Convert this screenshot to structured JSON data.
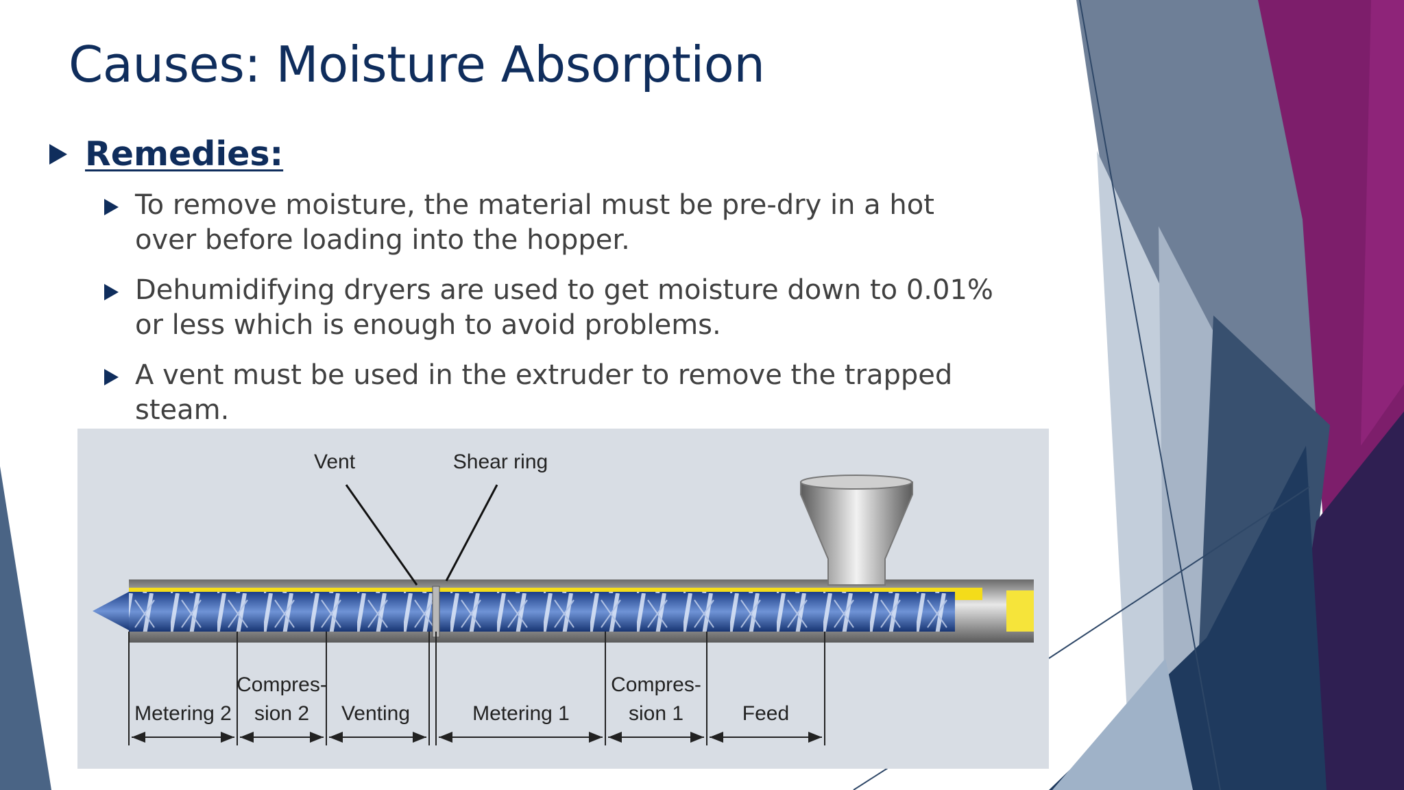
{
  "slide": {
    "title": "Causes: Moisture Absorption",
    "heading": "Remedies:",
    "bullets": [
      "To remove moisture, the material must be pre-dry in a hot over before loading into the hopper.",
      "Dehumidifying dryers are used to get moisture down to 0.01% or less which is enough to avoid problems.",
      "A vent must be used in the extruder to remove the trapped steam."
    ]
  },
  "diagram": {
    "callouts": {
      "vent": "Vent",
      "shear_ring": "Shear ring"
    },
    "zones": {
      "metering2": "Metering 2",
      "compression2_line1": "Compres-",
      "compression2_line2": "sion 2",
      "venting": "Venting",
      "metering1": "Metering 1",
      "compression1_line1": "Compres-",
      "compression1_line2": "sion 1",
      "feed": "Feed"
    }
  },
  "colors": {
    "title": "#0f2d5c",
    "body_text": "#404040",
    "accent_purple": "#7a1d6a",
    "accent_navy": "#1f3a5e",
    "steel_gray": "#6b7d94"
  }
}
